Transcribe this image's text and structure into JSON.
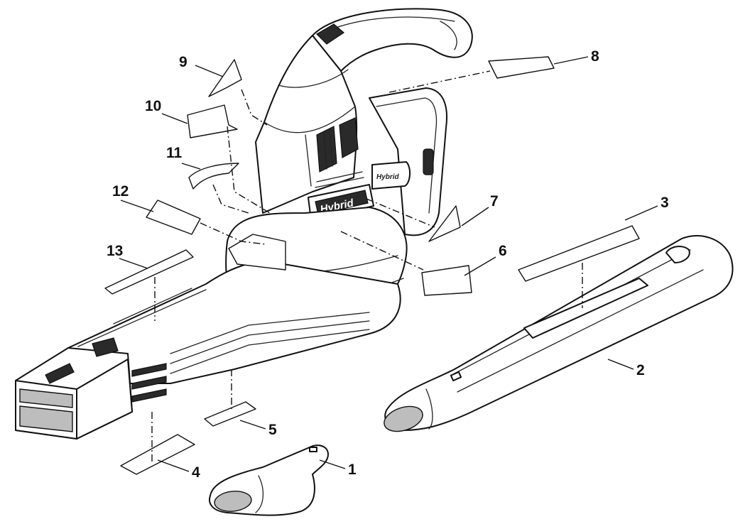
{
  "diagram": {
    "brand_text": "Hybrid",
    "callouts": {
      "c1": "1",
      "c2": "2",
      "c3": "3",
      "c4": "4",
      "c5": "5",
      "c6": "6",
      "c7": "7",
      "c8": "8",
      "c9": "9",
      "c10": "10",
      "c11": "11",
      "c12": "12",
      "c13": "13"
    }
  }
}
